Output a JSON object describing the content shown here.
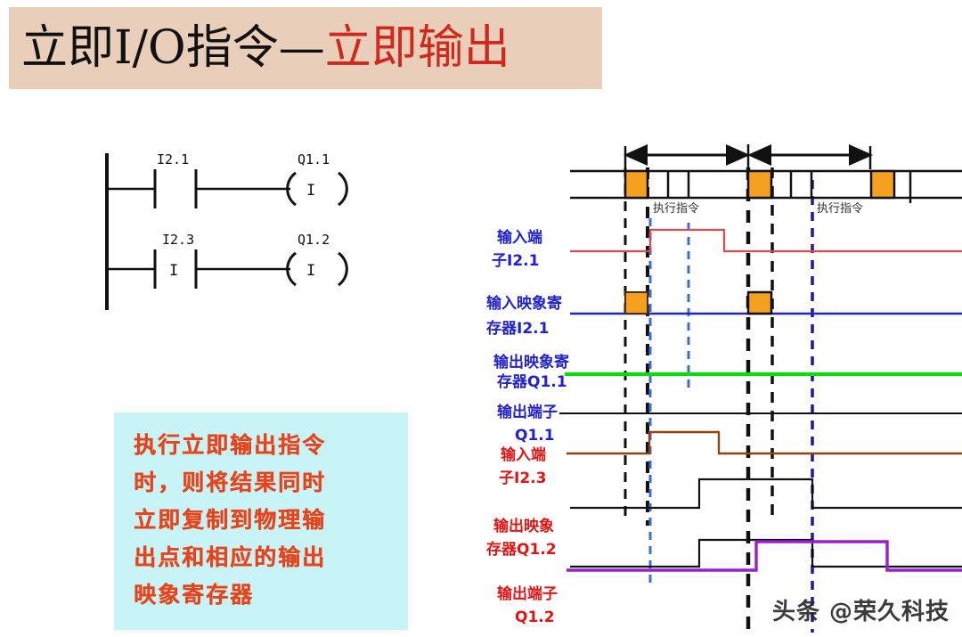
{
  "header": {
    "title_black": "立即I/O指令—",
    "title_red": "立即输出",
    "background_color": "#e9cfba"
  },
  "ladder": {
    "rungs": [
      {
        "contact_label": "I2.1",
        "contact_modifier": "",
        "coil_label": "Q1.1",
        "coil_modifier": "I"
      },
      {
        "contact_label": "I2.3",
        "contact_modifier": "I",
        "coil_label": "Q1.2",
        "coil_modifier": "I"
      }
    ]
  },
  "note": {
    "background_color": "#c9f4f7",
    "text_color": "#e8431a",
    "lines": [
      "执行立即输出指令",
      "时，则将结果同时",
      "立即复制到物理输",
      "出点和相应的输出",
      "映象寄存器"
    ]
  },
  "timing": {
    "scan_bar": {
      "execute_label_1": "执行指令",
      "execute_label_2": "执行指令",
      "orange_color": "#f5a01e"
    },
    "channels": [
      {
        "id": "input-terminal-i21",
        "label_line1": "输入端",
        "label_line2": "子I2.1",
        "color": "#e04a4a",
        "label_color": "#2222cc"
      },
      {
        "id": "input-image-i21",
        "label_line1": "输入映象寄",
        "label_line2": "存器I2.1",
        "color": "#2222cc",
        "label_color": "#2222cc"
      },
      {
        "id": "output-image-q11",
        "label_line1": "输出映象寄",
        "label_line2": "存器Q1.1",
        "color": "#00e000",
        "label_color": "#2222cc"
      },
      {
        "id": "output-terminal-q11",
        "label_line1": "输出端子",
        "label_line2": "Q1.1",
        "color": "#111111",
        "label_color": "#2222cc"
      },
      {
        "id": "input-terminal-i23",
        "label_line1": "输入端",
        "label_line2": "子I2.3",
        "color": "#8b4513",
        "label_color": "#e01515"
      },
      {
        "id": "output-image-q12",
        "label_line1": "输出映象",
        "label_line2": "存器Q1.2",
        "color": "#111111",
        "label_color": "#e01515"
      },
      {
        "id": "output-terminal-q12",
        "label_line1": "输出端子",
        "label_line2": "Q1.2",
        "color": "#9b1fc9",
        "label_color": "#e01515"
      }
    ]
  },
  "watermark": {
    "text": "头条 @荣久科技"
  }
}
